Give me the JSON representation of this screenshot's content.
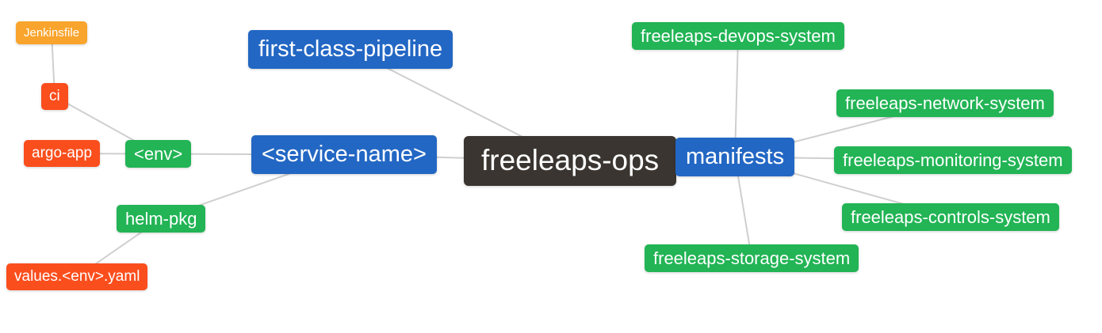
{
  "palette": {
    "root": "#3A3530",
    "primary": "#2367C4",
    "secondary": "#22B455",
    "tertiary": "#FA4E1D",
    "quaternary": "#F9A42C",
    "edge": "#CFCFCF",
    "text": "#FFFFFF",
    "background": "#FFFFFF"
  },
  "mindmap": {
    "root_label": "freeleaps-ops",
    "nodes": [
      {
        "id": "freeleaps-ops",
        "label": "freeleaps-ops",
        "level": "root"
      },
      {
        "id": "first-class-pipeline",
        "label": "first-class-pipeline",
        "level": "primary"
      },
      {
        "id": "service-name",
        "label": "<service-name>",
        "level": "primary"
      },
      {
        "id": "manifests",
        "label": "manifests",
        "level": "primary"
      },
      {
        "id": "env",
        "label": "<env>",
        "level": "secondary"
      },
      {
        "id": "helm-pkg",
        "label": "helm-pkg",
        "level": "secondary"
      },
      {
        "id": "ci",
        "label": "ci",
        "level": "tertiary"
      },
      {
        "id": "argo-app",
        "label": "argo-app",
        "level": "tertiary"
      },
      {
        "id": "values-env-yaml",
        "label": "values.<env>.yaml",
        "level": "tertiary"
      },
      {
        "id": "jenkinsfile",
        "label": "Jenkinsfile",
        "level": "quaternary"
      },
      {
        "id": "freeleaps-devops-system",
        "label": "freeleaps-devops-system",
        "level": "secondary"
      },
      {
        "id": "freeleaps-network-system",
        "label": "freeleaps-network-system",
        "level": "secondary"
      },
      {
        "id": "freeleaps-monitoring-system",
        "label": "freeleaps-monitoring-system",
        "level": "secondary"
      },
      {
        "id": "freeleaps-controls-system",
        "label": "freeleaps-controls-system",
        "level": "secondary"
      },
      {
        "id": "freeleaps-storage-system",
        "label": "freeleaps-storage-system",
        "level": "secondary"
      }
    ],
    "edges": [
      {
        "from": "freeleaps-ops",
        "to": "first-class-pipeline"
      },
      {
        "from": "freeleaps-ops",
        "to": "service-name"
      },
      {
        "from": "freeleaps-ops",
        "to": "manifests"
      },
      {
        "from": "service-name",
        "to": "env"
      },
      {
        "from": "service-name",
        "to": "helm-pkg"
      },
      {
        "from": "env",
        "to": "ci"
      },
      {
        "from": "env",
        "to": "argo-app"
      },
      {
        "from": "ci",
        "to": "jenkinsfile"
      },
      {
        "from": "helm-pkg",
        "to": "values-env-yaml"
      },
      {
        "from": "manifests",
        "to": "freeleaps-devops-system"
      },
      {
        "from": "manifests",
        "to": "freeleaps-network-system"
      },
      {
        "from": "manifests",
        "to": "freeleaps-monitoring-system"
      },
      {
        "from": "manifests",
        "to": "freeleaps-controls-system"
      },
      {
        "from": "manifests",
        "to": "freeleaps-storage-system"
      }
    ]
  }
}
